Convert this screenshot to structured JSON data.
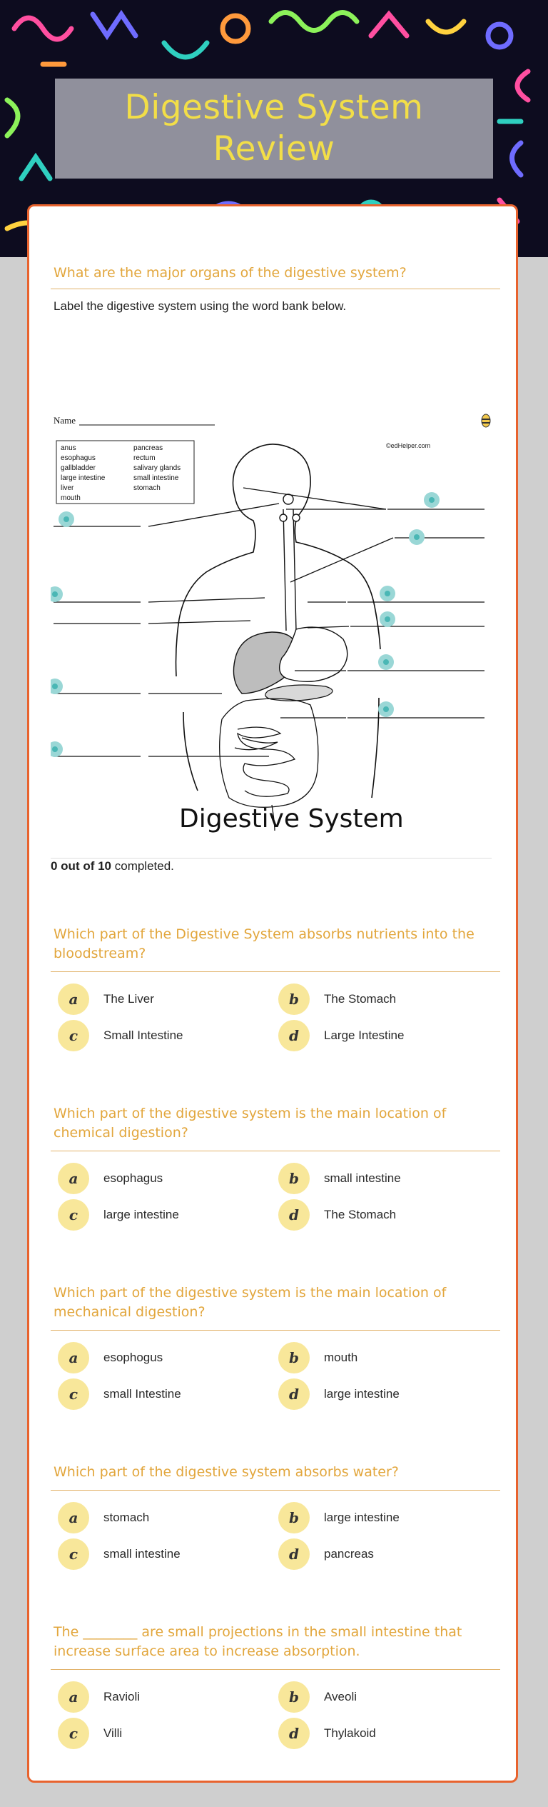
{
  "page": {
    "title": "Digestive System Review"
  },
  "section1": {
    "heading": "What are the major organs of the digestive system?",
    "instruction": "Label the digestive system using the word bank below."
  },
  "worksheet": {
    "name_label": "Name",
    "credit": "©edHelper.com",
    "word_bank": [
      "anus",
      "esophagus",
      "gallbladder",
      "large intestine",
      "liver",
      "mouth",
      "pancreas",
      "rectum",
      "salivary glands",
      "small intestine",
      "stomach"
    ],
    "caption": "Digestive System"
  },
  "progress": {
    "count": "0 out of 10",
    "suffix": " completed."
  },
  "questions": [
    {
      "text": "Which part of the Digestive System absorbs nutrients into the bloodstream?",
      "options": [
        {
          "letter": "a",
          "label": "The Liver"
        },
        {
          "letter": "b",
          "label": "The Stomach"
        },
        {
          "letter": "c",
          "label": "Small Intestine"
        },
        {
          "letter": "d",
          "label": "Large Intestine"
        }
      ]
    },
    {
      "text": "Which part of the digestive system is the main location of chemical digestion?",
      "options": [
        {
          "letter": "a",
          "label": "esophagus"
        },
        {
          "letter": "b",
          "label": "small intestine"
        },
        {
          "letter": "c",
          "label": "large intestine"
        },
        {
          "letter": "d",
          "label": "The Stomach"
        }
      ]
    },
    {
      "text": "Which part of the digestive system is the main location of mechanical digestion?",
      "options": [
        {
          "letter": "a",
          "label": "esophogus"
        },
        {
          "letter": "b",
          "label": "mouth"
        },
        {
          "letter": "c",
          "label": "small Intestine"
        },
        {
          "letter": "d",
          "label": "large intestine"
        }
      ]
    },
    {
      "text": "Which part of the digestive system absorbs water?",
      "options": [
        {
          "letter": "a",
          "label": "stomach"
        },
        {
          "letter": "b",
          "label": "large intestine"
        },
        {
          "letter": "c",
          "label": "small intestine"
        },
        {
          "letter": "d",
          "label": "pancreas"
        }
      ]
    },
    {
      "text": "The ________ are small projections in the small intestine that increase surface area to increase absorption.",
      "options": [
        {
          "letter": "a",
          "label": "Ravioli"
        },
        {
          "letter": "b",
          "label": "Aveoli"
        },
        {
          "letter": "c",
          "label": "Villi"
        },
        {
          "letter": "d",
          "label": "Thylakoid"
        }
      ]
    }
  ]
}
